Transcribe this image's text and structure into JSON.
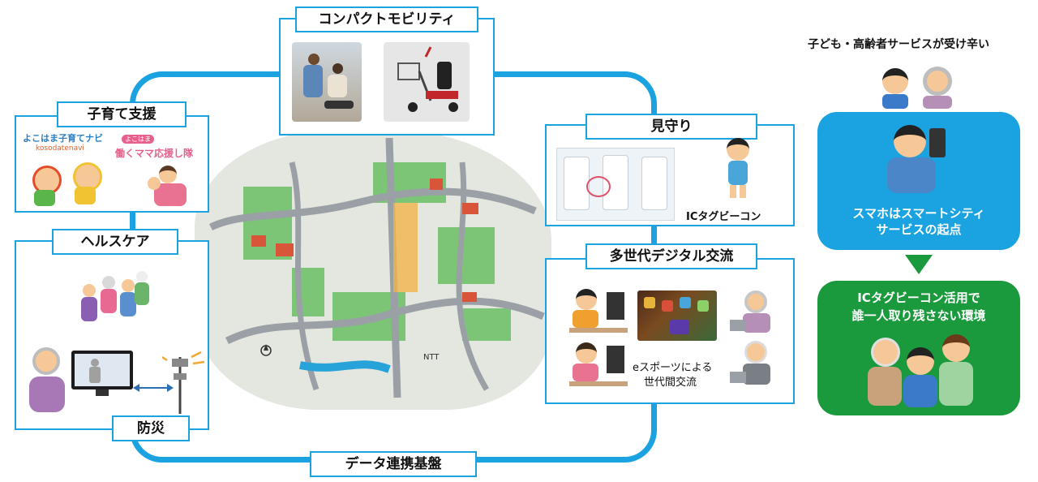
{
  "center": {
    "bottom_label": "データ連携基盤"
  },
  "panels": {
    "compact_mobility": {
      "title": "コンパクトモビリティ"
    },
    "childcare": {
      "title": "子育て支援",
      "logo_text_1": "よこはま子育てナビ",
      "logo_text_1_sub": "kosodatenavi",
      "logo_text_2": "働くママ応援し隊",
      "logo_text_2_tag": "よこはま"
    },
    "healthcare": {
      "title": "ヘルスケア"
    },
    "disaster": {
      "title": "防災"
    },
    "watch": {
      "title": "見守り",
      "caption": "ICタグビーコン"
    },
    "digital_exchange": {
      "title": "多世代デジタル交流",
      "caption_line1": "eスポーツによる",
      "caption_line2": "世代間交流"
    }
  },
  "right": {
    "heading": "子ども・高齢者サービスが受け辛い",
    "box1_line1": "スマホはスマートシティ",
    "box1_line2": "サービスの起点",
    "box2_line1": "ICタグビーコン活用で",
    "box2_line2": "誰一人取り残さない環境"
  },
  "map_labels": {
    "nttt": "NTT"
  },
  "colors": {
    "accent": "#1aa3e0",
    "blue_box": "#1aa3e0",
    "green_box": "#1a9a3c",
    "arrow": "#1a9a3c"
  }
}
